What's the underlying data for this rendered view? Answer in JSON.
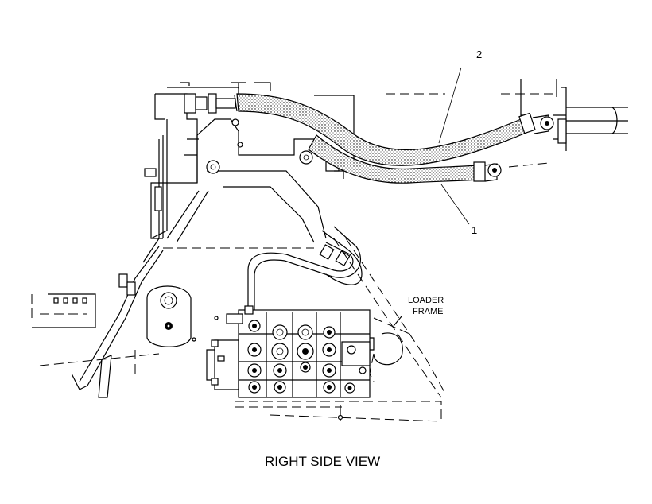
{
  "callouts": {
    "hose_2": "2",
    "hose_1": "1"
  },
  "labels": {
    "loader_frame_line1": "LOADER",
    "loader_frame_line2": "FRAME"
  },
  "caption": "RIGHT SIDE VIEW"
}
